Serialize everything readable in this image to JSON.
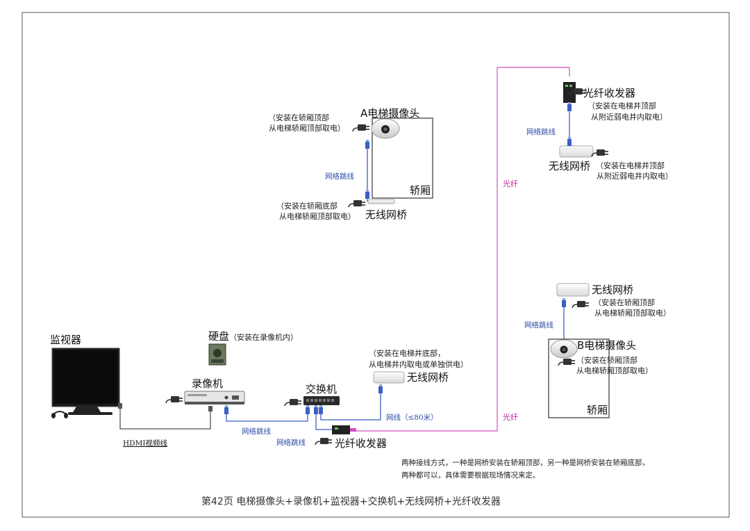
{
  "page_caption": "第42页  电梯摄像头+录像机+监视器+交换机+无线网桥+光纤收发器",
  "colors": {
    "fiber": "#d64fbf",
    "network_cable": "#3b5fc4",
    "frame": "#333333"
  },
  "nodes": {
    "camera_a": {
      "label": "A电梯摄像头",
      "note1": "（安装在轿厢顶部",
      "note2": "从电梯轿厢顶部取电）"
    },
    "car_a": {
      "label": "轿厢"
    },
    "bridge_a": {
      "label": "无线网桥",
      "note1": "（安装在轿厢底部",
      "note2": "从电梯轿厢顶部取电）"
    },
    "fiber_top": {
      "label": "光纤收发器",
      "note1": "（安装在电梯井顶部",
      "note2": "从附近弱电井内取电）"
    },
    "bridge_top": {
      "label": "无线网桥",
      "note1": "（安装在电梯井顶部",
      "note2": "从附近弱电井内取电）"
    },
    "bridge_b": {
      "label": "无线网桥",
      "note1": "（安装在轿厢顶部",
      "note2": "从电梯轿厢顶部取电）"
    },
    "camera_b": {
      "label": "B电梯摄像头",
      "note1": "（安装在轿厢顶部",
      "note2": "从电梯轿厢顶部取电）"
    },
    "car_b": {
      "label": "轿厢"
    },
    "monitor": {
      "label": "监视器"
    },
    "hdd": {
      "label": "硬盘",
      "note": "（安装在录像机内）"
    },
    "nvr": {
      "label": "录像机"
    },
    "switch": {
      "label": "交换机"
    },
    "bridge_pit": {
      "label": "无线网桥",
      "note1": "（安装在电梯井底部，",
      "note2": "从电梯井内取电或单独供电）"
    },
    "fiber_bottom": {
      "label": "光纤收发器"
    }
  },
  "links": {
    "patch_a": "网络跳线",
    "patch_top": "网络跳线",
    "patch_b": "网络跳线",
    "fiber_1": "光纤",
    "fiber_2": "光纤",
    "hdmi": "HDMI视频线",
    "patch_nvr_switch": "网络跳线",
    "patch_switch_fiber": "网络跳线",
    "cable_pit": "网线（≤80米）"
  },
  "footnote": {
    "line1": "两种接线方式，一种是网桥安装在轿厢顶部，另一种是网桥安装在轿厢底部，",
    "line2": "两种都可以，具体需要根据现场情况来定。"
  }
}
